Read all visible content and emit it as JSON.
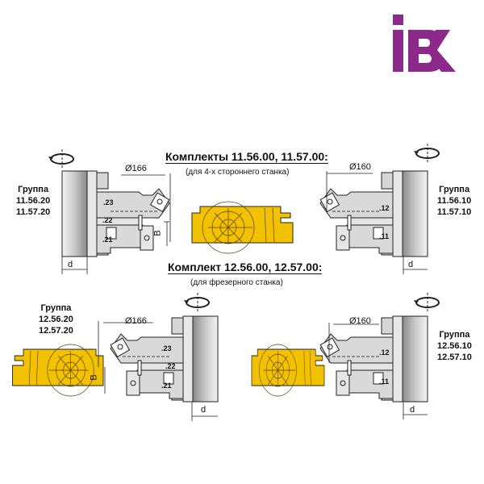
{
  "logo": {
    "text": "IBK",
    "color": "#8C2A8C"
  },
  "set1": {
    "title": "Комплекты 11.56.00, 11.57.00:",
    "subtitle": "(для 4-х стороннего станка)"
  },
  "set2": {
    "title": "Комплект 12.56.00, 12.57.00:",
    "subtitle": "(для фрезерного станка)"
  },
  "groups": {
    "top_left": {
      "label": "Группа",
      "codes": [
        "11.56.20",
        "11.57.20"
      ]
    },
    "top_right": {
      "label": "Группа",
      "codes": [
        "11.56.10",
        "11.57.10"
      ]
    },
    "bottom_left": {
      "label": "Группа",
      "codes": [
        "12.56.20",
        "12.57.20"
      ]
    },
    "bottom_right": {
      "label": "Группа",
      "codes": [
        "12.56.10",
        "12.57.10"
      ]
    }
  },
  "dims": {
    "d166": "Ø166",
    "d160": "Ø160",
    "d": "d",
    "b": "B"
  },
  "parts": {
    "p23": ".23",
    "p22": ".22",
    "p21": ".21",
    "p12": ".12",
    "p11": ".11"
  },
  "colors": {
    "wood": "#F2C200",
    "steel": "#D9D9D9",
    "outline": "#222222"
  }
}
